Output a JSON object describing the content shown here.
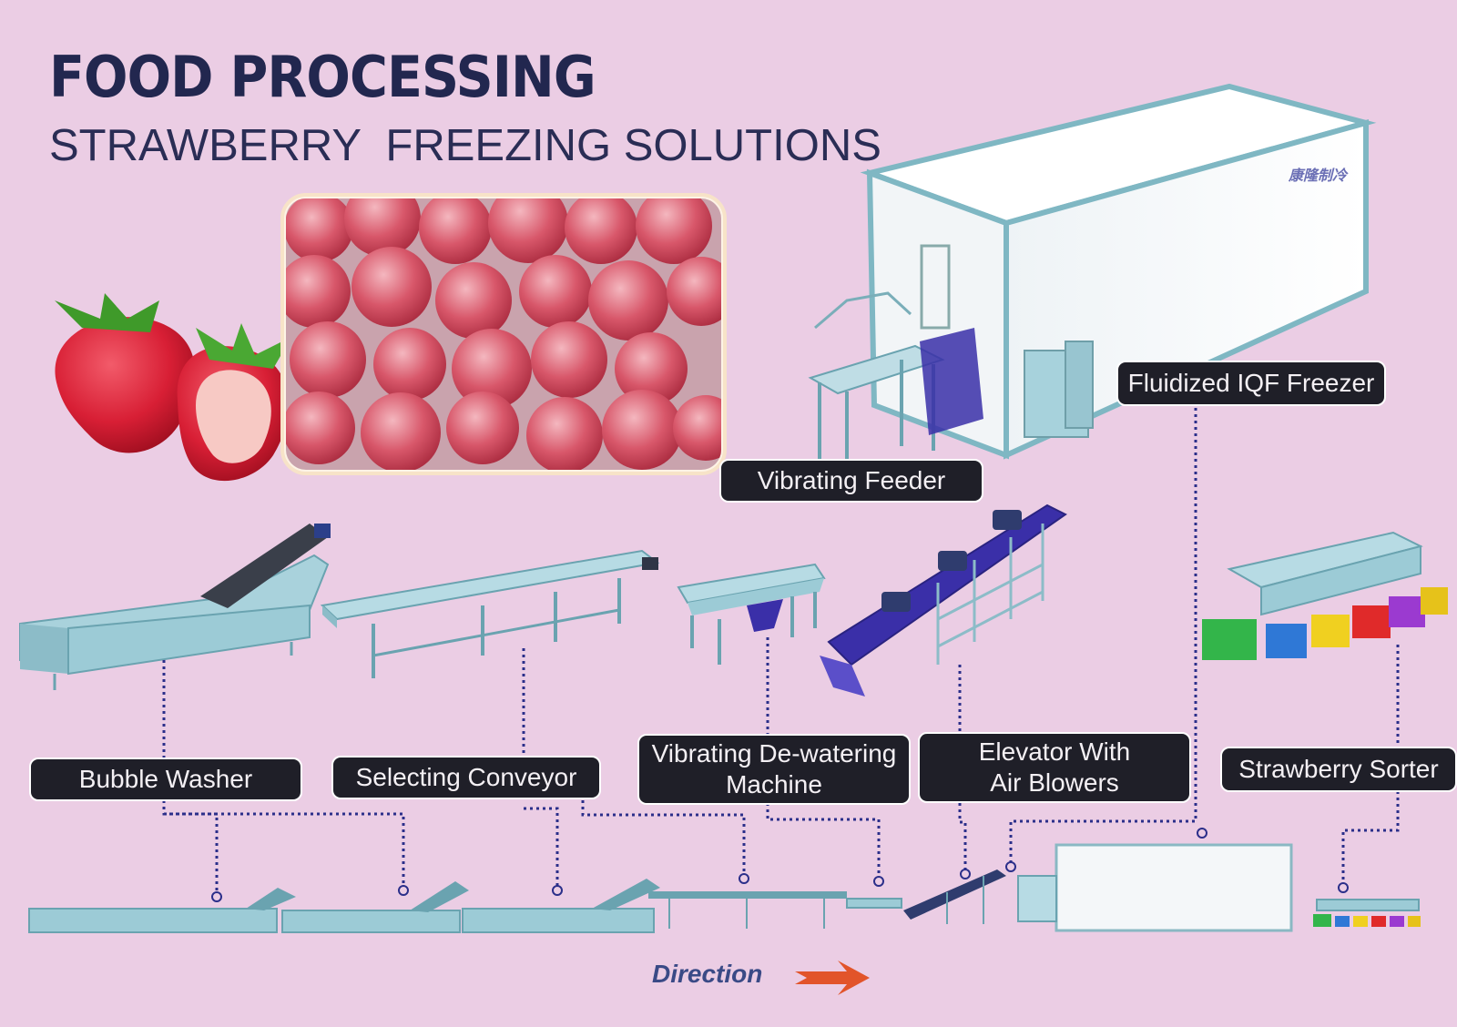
{
  "header": {
    "title": "FOOD PROCESSING",
    "subtitle": "STRAWBERRY  FREEZING SOLUTIONS"
  },
  "stages": [
    {
      "id": "vibrating-feeder",
      "label": "Vibrating Feeder"
    },
    {
      "id": "fluidized-iqf-freezer",
      "label": "Fluidized IQF Freezer"
    },
    {
      "id": "bubble-washer",
      "label": "Bubble Washer"
    },
    {
      "id": "selecting-conveyor",
      "label": "Selecting Conveyor"
    },
    {
      "id": "vibrating-dewatering-machine",
      "label": "Vibrating De-watering\nMachine"
    },
    {
      "id": "elevator-with-air-blowers",
      "label": "Elevator With\nAir Blowers"
    },
    {
      "id": "strawberry-sorter",
      "label": "Strawberry Sorter"
    }
  ],
  "direction": {
    "label": "Direction"
  },
  "logo": {
    "text": "康隆制冷"
  },
  "colors": {
    "background": "#ebcde4",
    "machine": "#9ccbd6",
    "label_bg": "#1f1f28",
    "dotted_line": "#2b2f8a",
    "arrow": "#e2542a",
    "belt_blue": "#3a2fa8",
    "title": "#22274f"
  }
}
